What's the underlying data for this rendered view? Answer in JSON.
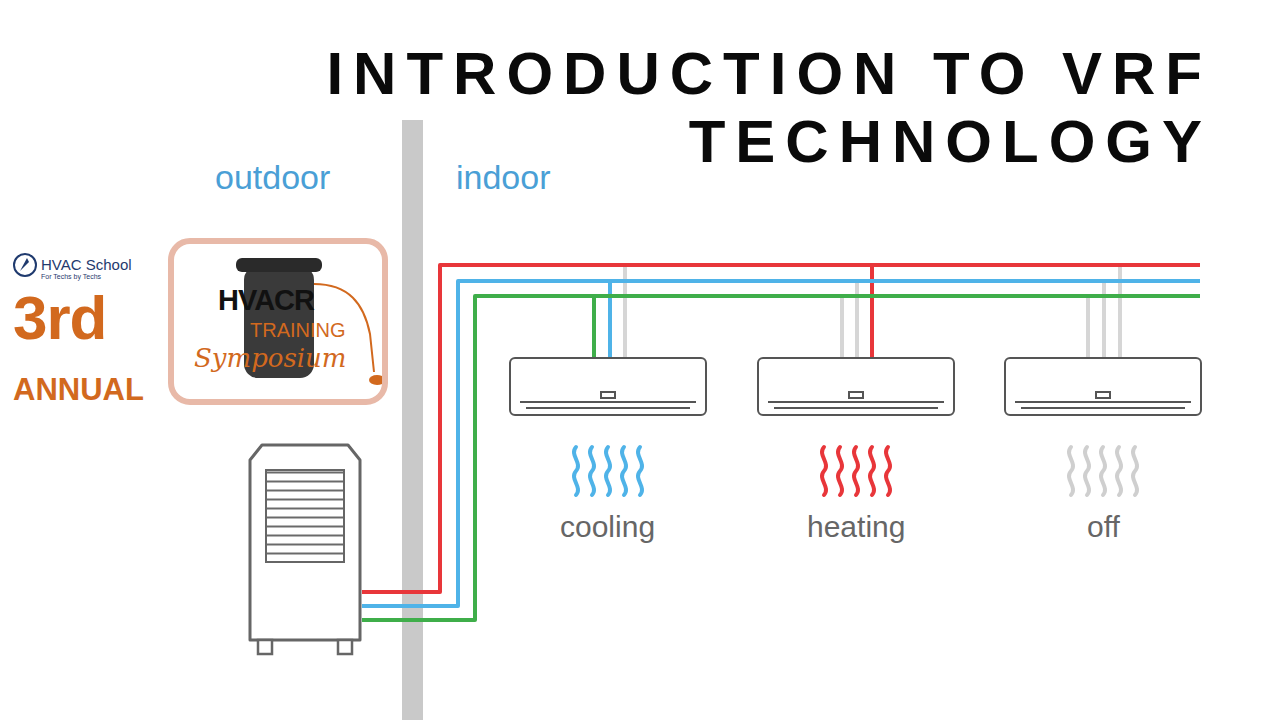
{
  "diagram": {
    "title": "INTRODUCTION TO VRF TECHNOLOGY",
    "nodes": [
      {
        "text": [
          "HVACR",
          "TRAINING",
          "Symposium"
        ]
      },
      {
        "text": [
          "cooling"
        ]
      },
      {
        "text": [
          "heating"
        ]
      },
      {
        "text": [
          "off"
        ]
      }
    ],
    "labels": [
      "outdoor",
      "indoor",
      "HVAC School",
      "For Techs by Techs",
      "3rd",
      "ANNUAL"
    ]
  }
}
